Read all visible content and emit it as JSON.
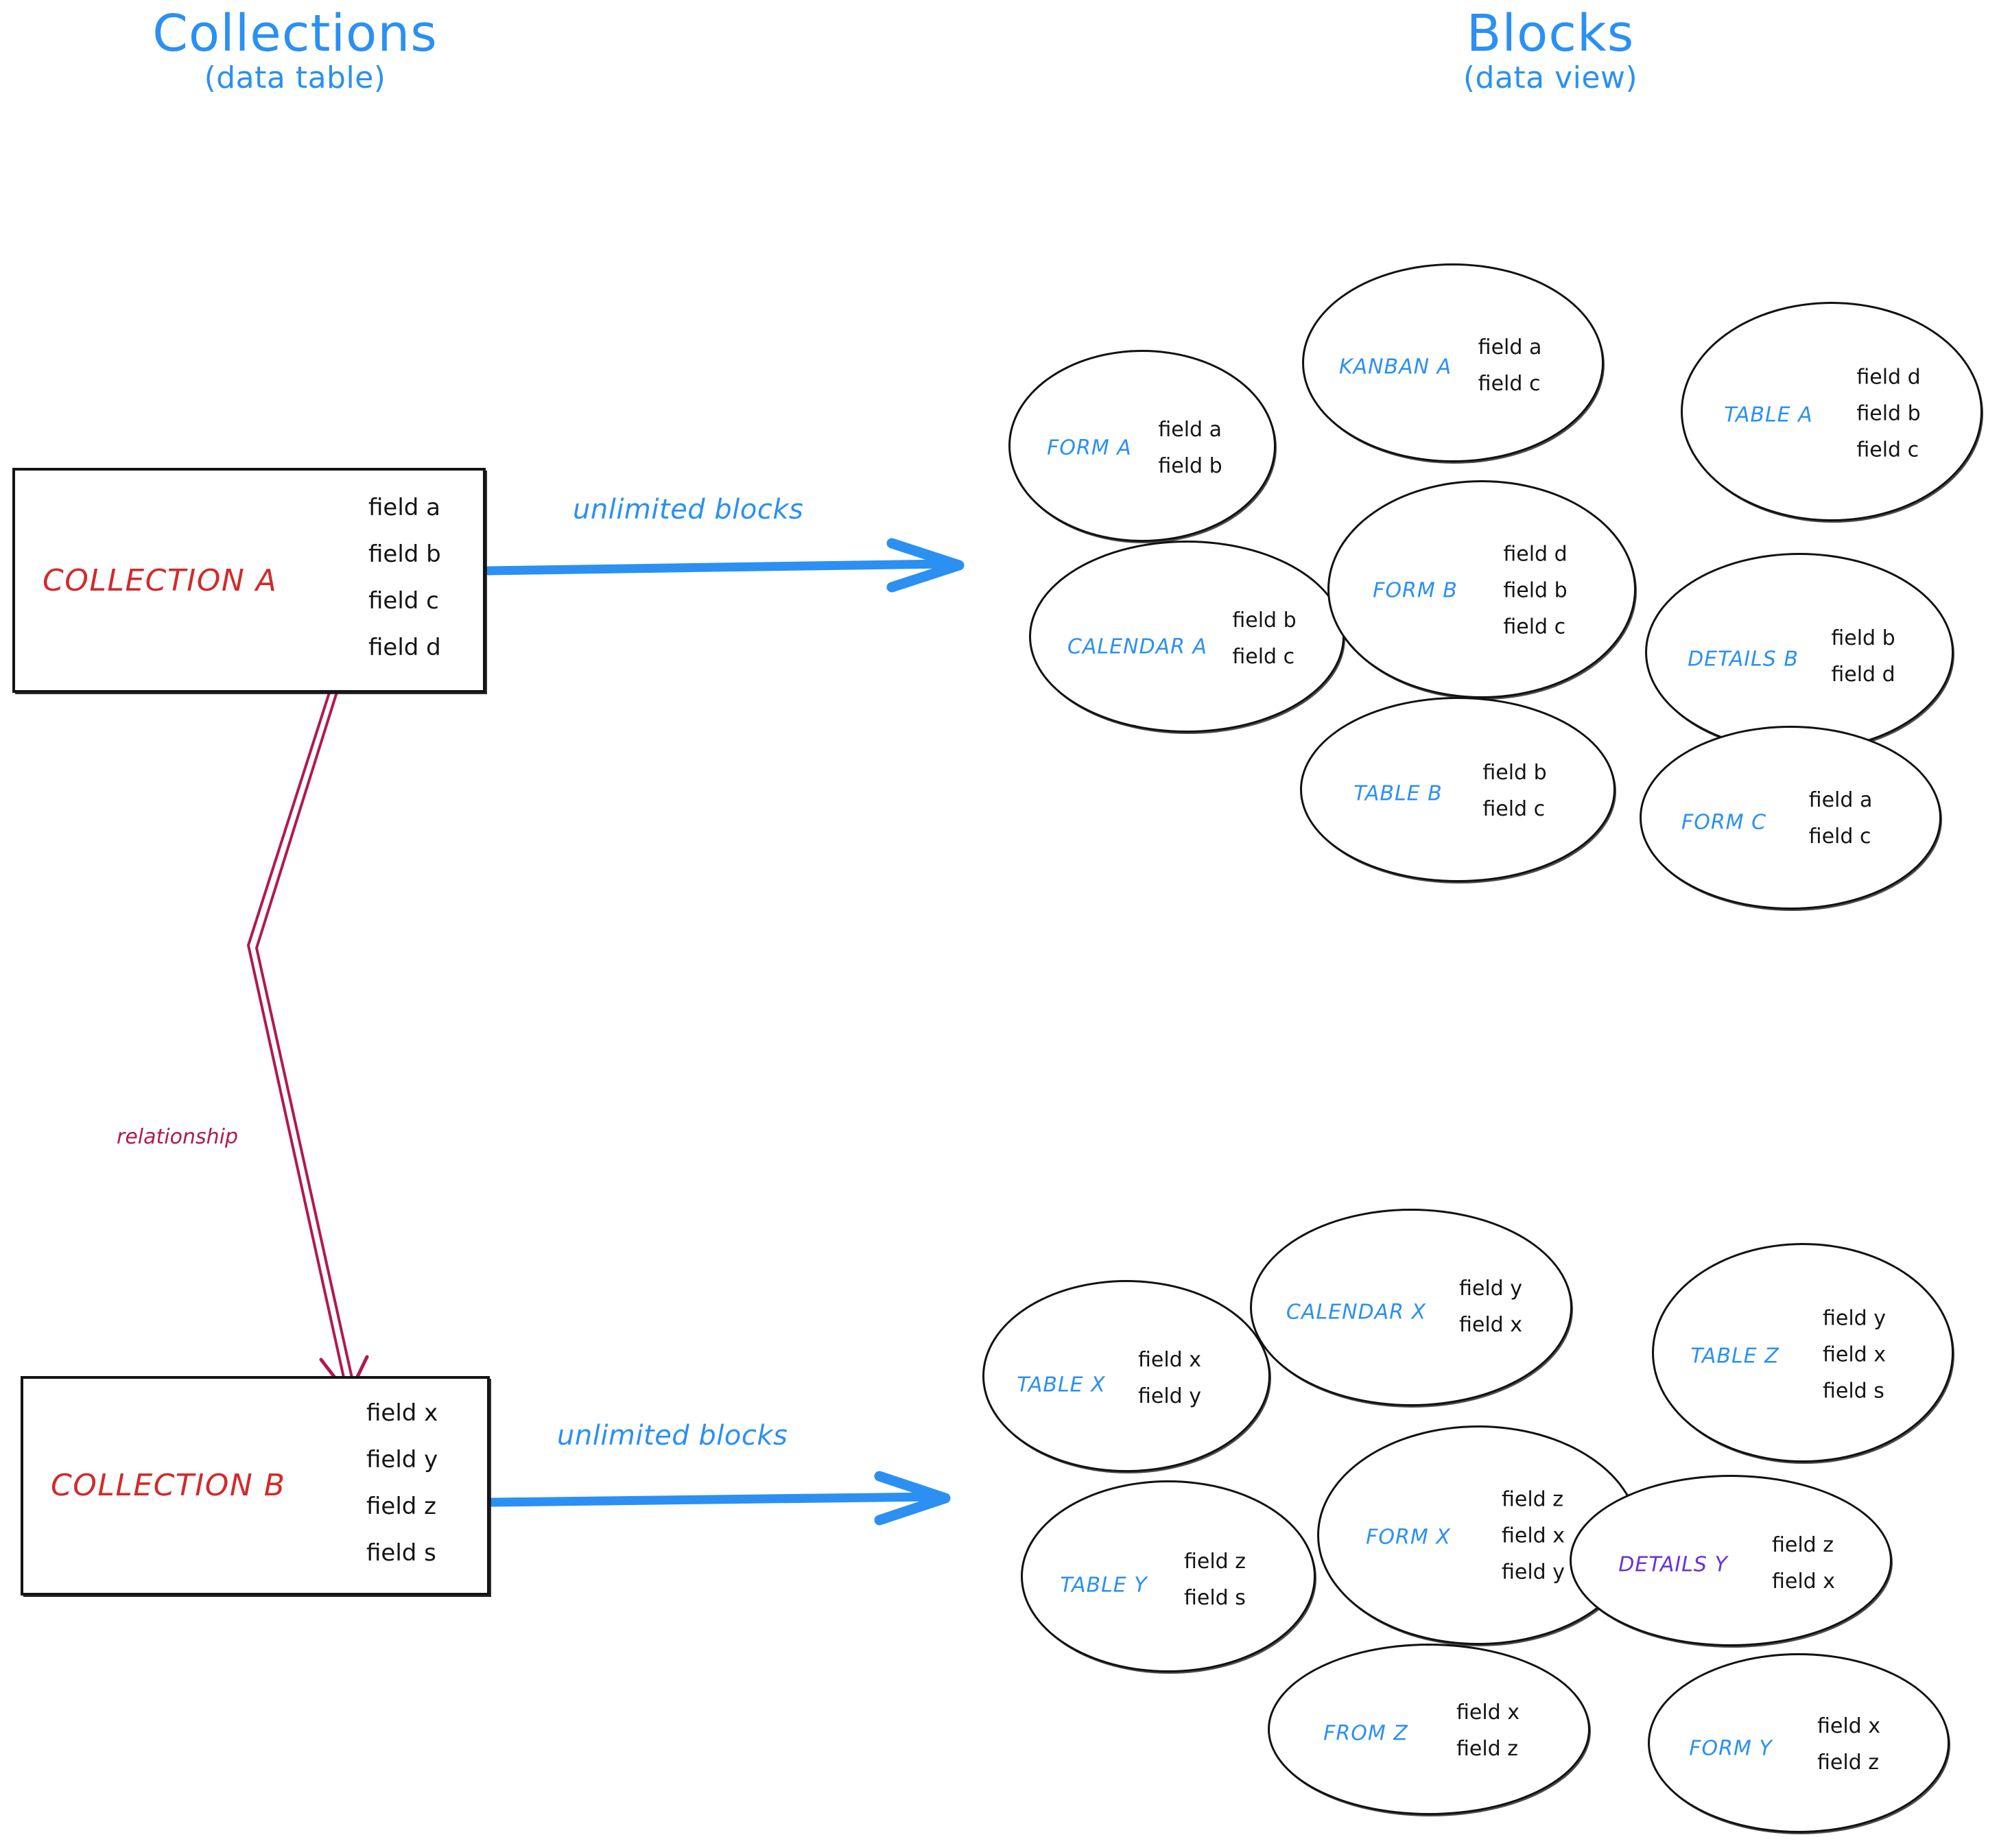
{
  "headings": {
    "left": {
      "title": "Collections",
      "subtitle": "(data table)"
    },
    "right": {
      "title": "Blocks",
      "subtitle": "(data view)"
    }
  },
  "colors": {
    "accent_blue": "#2b90f2",
    "collection_red": "#d02b2b",
    "relationship_crimson": "#b01a4e",
    "details_purple": "#6633dd",
    "ink_black": "#141414"
  },
  "collections": [
    {
      "name": "COLLECTION A",
      "fields": [
        "field a",
        "field b",
        "field c",
        "field d"
      ],
      "arrow_label": "unlimited blocks"
    },
    {
      "name": "COLLECTION B",
      "fields": [
        "field x",
        "field y",
        "field z",
        "field s"
      ],
      "arrow_label": "unlimited blocks"
    }
  ],
  "relationship": {
    "label": "relationship"
  },
  "block_groups": [
    {
      "for_collection": "COLLECTION A",
      "blocks": [
        {
          "label": "FORM A",
          "color": "#2b90f2",
          "fields": [
            "field a",
            "field b"
          ]
        },
        {
          "label": "KANBAN A",
          "color": "#2b90f2",
          "fields": [
            "field a",
            "field c"
          ]
        },
        {
          "label": "TABLE A",
          "color": "#2b90f2",
          "fields": [
            "field d",
            "field b",
            "field c"
          ]
        },
        {
          "label": "CALENDAR A",
          "color": "#2b90f2",
          "fields": [
            "field b",
            "field c"
          ]
        },
        {
          "label": "FORM B",
          "color": "#2b90f2",
          "fields": [
            "field d",
            "field b",
            "field c"
          ]
        },
        {
          "label": "DETAILS B",
          "color": "#2b90f2",
          "fields": [
            "field b",
            "field d"
          ]
        },
        {
          "label": "TABLE B",
          "color": "#2b90f2",
          "fields": [
            "field b",
            "field c"
          ]
        },
        {
          "label": "FORM C",
          "color": "#2b90f2",
          "fields": [
            "field a",
            "field c"
          ]
        }
      ]
    },
    {
      "for_collection": "COLLECTION B",
      "blocks": [
        {
          "label": "TABLE X",
          "color": "#2b90f2",
          "fields": [
            "field x",
            "field y"
          ]
        },
        {
          "label": "CALENDAR X",
          "color": "#2b90f2",
          "fields": [
            "field y",
            "field x"
          ]
        },
        {
          "label": "TABLE Z",
          "color": "#2b90f2",
          "fields": [
            "field y",
            "field x",
            "field s"
          ]
        },
        {
          "label": "TABLE Y",
          "color": "#2b90f2",
          "fields": [
            "field z",
            "field s"
          ]
        },
        {
          "label": "FORM X",
          "color": "#2b90f2",
          "fields": [
            "field z",
            "field x",
            "field y"
          ]
        },
        {
          "label": "DETAILS Y",
          "color": "#6633dd",
          "fields": [
            "field z",
            "field x"
          ]
        },
        {
          "label": "FROM Z",
          "color": "#2b90f2",
          "fields": [
            "field x",
            "field z"
          ]
        },
        {
          "label": "FORM Y",
          "color": "#2b90f2",
          "fields": [
            "field x",
            "field z"
          ]
        }
      ]
    }
  ]
}
